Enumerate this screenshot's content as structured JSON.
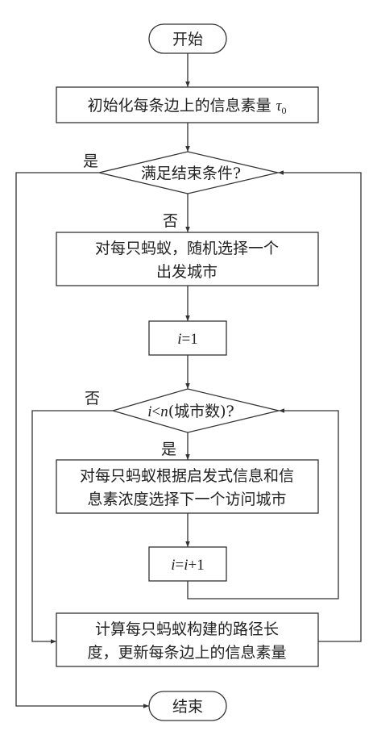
{
  "diagram": {
    "start": "开始",
    "init": "初始化每条边上的信息素量",
    "init_symbol": "τ",
    "init_symbol_sub": "0",
    "cond1": "满足结束条件?",
    "cond1_yes": "是",
    "cond1_no": "否",
    "select_line1": "对每只蚂蚁，随机选择一个",
    "select_line2": "出发城市",
    "set_i_var": "i",
    "set_i_rest": "=1",
    "cond2_var_i": "i",
    "cond2_lt": "<",
    "cond2_var_n": "n",
    "cond2_rest": "(城市数)?",
    "cond2_no": "否",
    "cond2_yes": "是",
    "visit_line1": "对每只蚂蚁根据启发式信息和信",
    "visit_line2": "息素浓度选择下一个访问城市",
    "inc_var1": "i",
    "inc_eq": "=",
    "inc_var2": "i",
    "inc_rest": "+1",
    "update_line1": "计算每只蚂蚁构建的路径长",
    "update_line2": "度，更新每条边上的信息素量",
    "end": "结束"
  }
}
